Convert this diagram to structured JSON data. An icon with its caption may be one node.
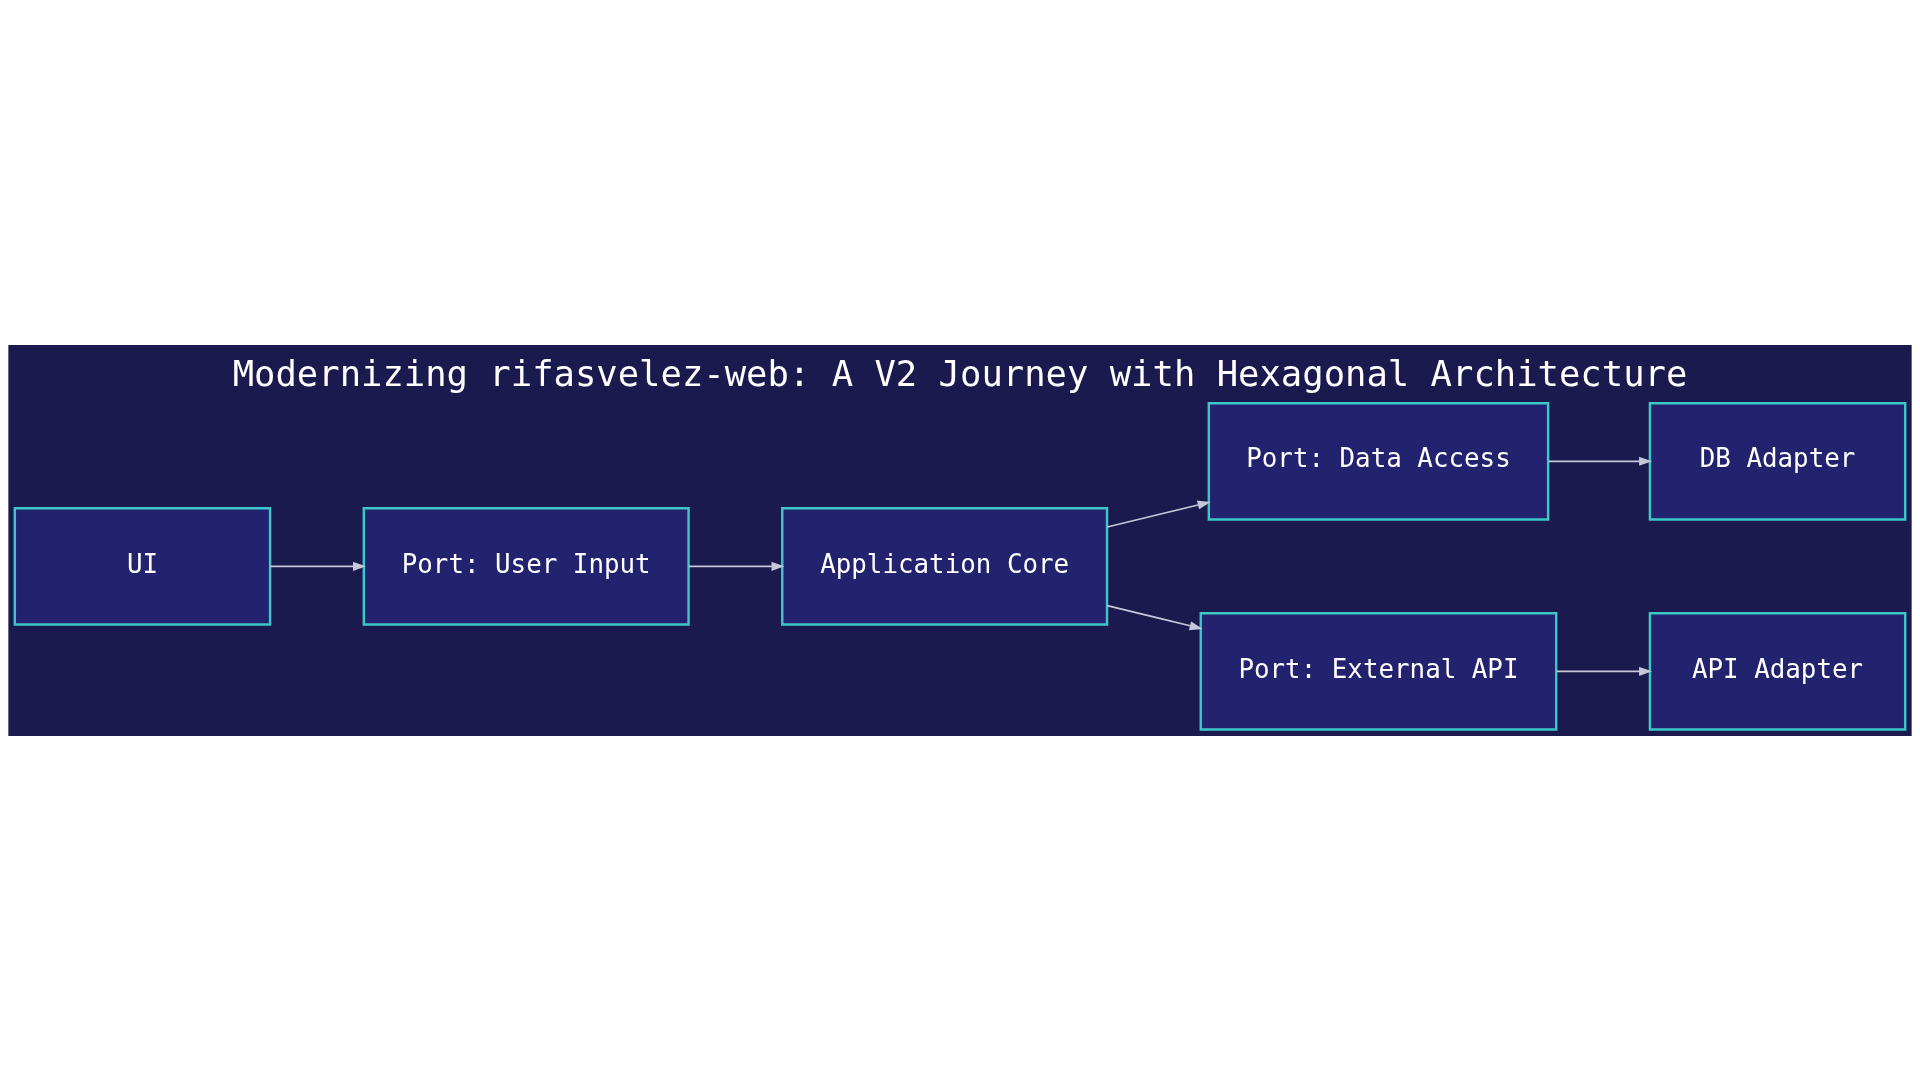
{
  "diagram": {
    "title": "Modernizing rifasvelez-web: A V2 Journey with Hexagonal Architecture",
    "nodes": [
      {
        "text": [
          "UI"
        ]
      },
      {
        "text": [
          "Port: User Input"
        ]
      },
      {
        "text": [
          "Application Core"
        ]
      },
      {
        "text": [
          "Port: Data Access"
        ]
      },
      {
        "text": [
          "Port: External API"
        ]
      },
      {
        "text": [
          "DB Adapter"
        ]
      },
      {
        "text": [
          "API Adapter"
        ]
      }
    ],
    "edges": [
      {
        "from": 0,
        "to": 1,
        "arrow": "to"
      },
      {
        "from": 1,
        "to": 2,
        "arrow": "to"
      },
      {
        "from": 2,
        "to": 3,
        "arrow": "to"
      },
      {
        "from": 2,
        "to": 4,
        "arrow": "to"
      },
      {
        "from": 3,
        "to": 5,
        "arrow": "to"
      },
      {
        "from": 4,
        "to": 6,
        "arrow": "to"
      }
    ]
  }
}
